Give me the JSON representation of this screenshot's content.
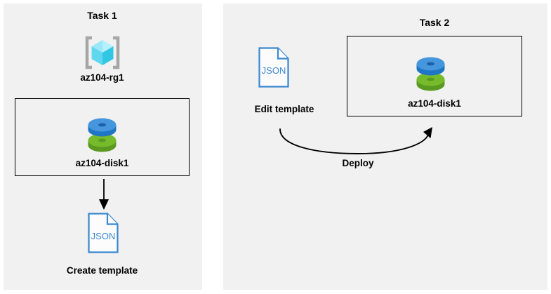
{
  "diagram": {
    "title_task1": "Task 1",
    "title_task2": "Task 2",
    "background_color": "#ffffff",
    "panel_color": "#f1f1f1",
    "box_border_color": "#000000",
    "accent_blue": "#3a87d0",
    "disk_blue": "#3d8fd8",
    "disk_green": "#6cb02c",
    "rg_cyan": "#62ddf5",
    "text_color": "#000000"
  },
  "panels": {
    "left": {
      "title": "Task 1",
      "resource_group": {
        "icon": "resource-group-icon",
        "label": "az104-rg1"
      },
      "group_box": {
        "disk": {
          "icon": "managed-disk-icon",
          "label": "az104-disk1"
        }
      },
      "arrow": {
        "icon": "arrow-down-icon",
        "direction": "down"
      },
      "template": {
        "icon": "json-document-icon",
        "file_type": "JSON",
        "label": "Create template"
      }
    },
    "right": {
      "title": "Task 2",
      "template": {
        "icon": "json-document-icon",
        "file_type": "JSON",
        "label": "Edit template"
      },
      "group_box": {
        "disk": {
          "icon": "managed-disk-icon",
          "label": "az104-disk1"
        }
      },
      "arrow": {
        "icon": "curved-arrow-icon",
        "label": "Deploy",
        "direction": "left-to-right"
      }
    }
  }
}
